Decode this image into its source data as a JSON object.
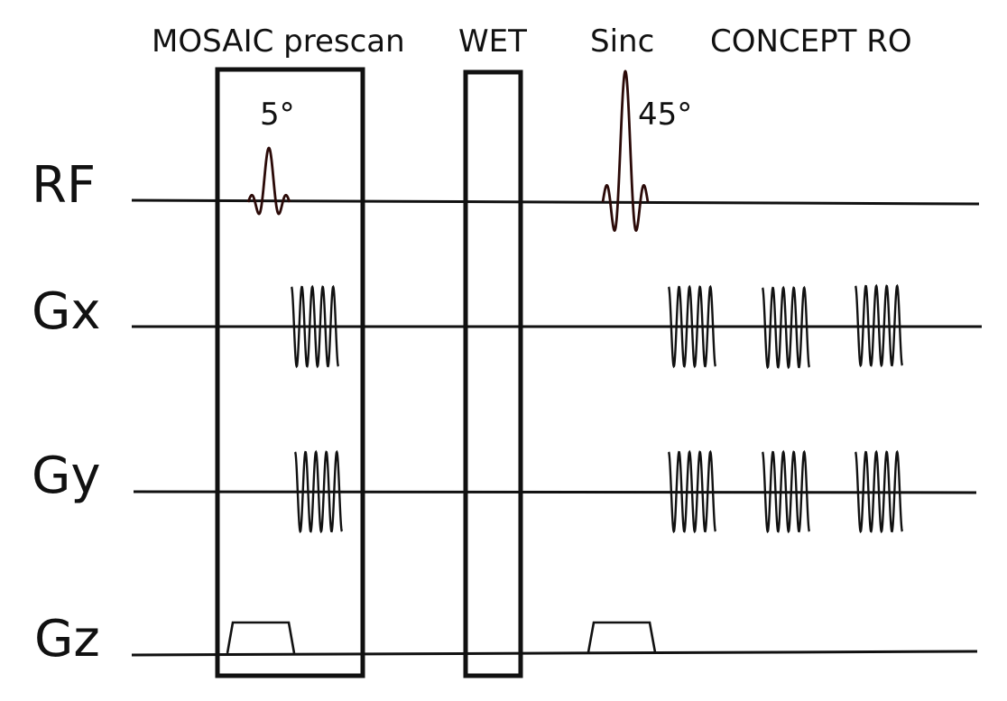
{
  "headers": {
    "mosaic": "MOSAIC prescan",
    "wet": "WET",
    "sinc": "Sinc",
    "concept": "CONCEPT RO"
  },
  "channels": {
    "rf": "RF",
    "gx": "Gx",
    "gy": "Gy",
    "gz": "Gz"
  },
  "flip_angles": {
    "prescan": "5°",
    "sinc": "45°"
  },
  "colors": {
    "ink": "#111111",
    "rf_pulse": "#2b0a08"
  }
}
